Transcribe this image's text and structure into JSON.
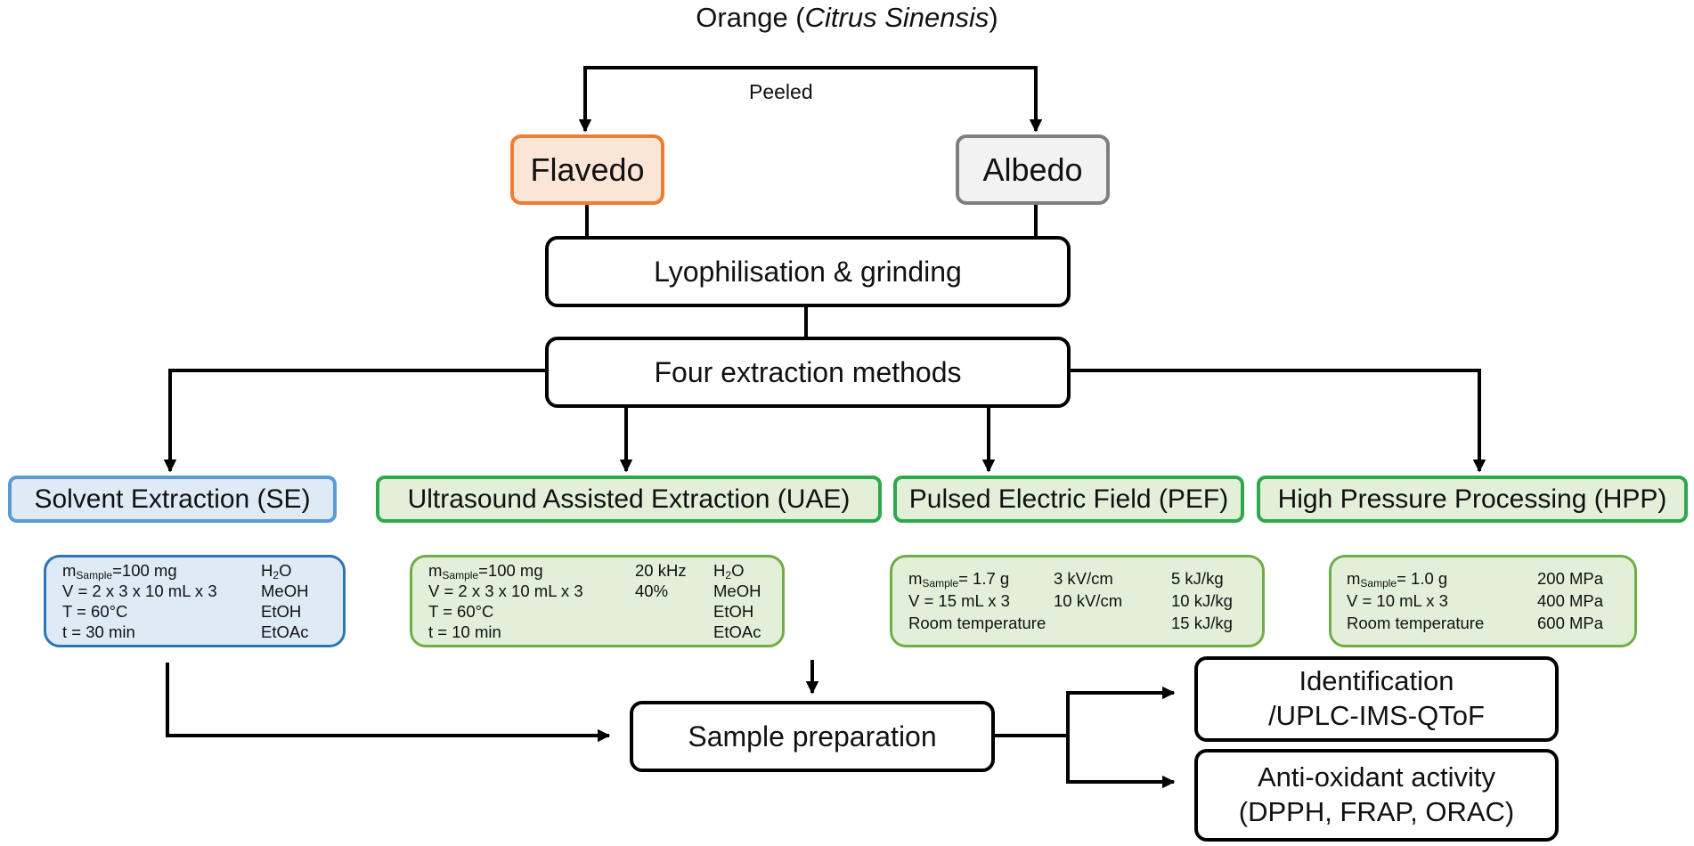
{
  "title": {
    "prefix": "Orange (",
    "latin": "Citrus Sinensis",
    "suffix": ")"
  },
  "peeled_label": "Peeled",
  "tissues": {
    "flavedo": "Flavedo",
    "albedo": "Albedo"
  },
  "steps": {
    "lyophilisation": "Lyophilisation & grinding",
    "four_methods": "Four extraction methods",
    "sample_prep": "Sample preparation",
    "identification": [
      "Identification",
      "/UPLC-IMS-QToF"
    ],
    "antioxidant": [
      "Anti-oxidant activity",
      "(DPPH, FRAP, ORAC)"
    ]
  },
  "methods": {
    "se": "Solvent Extraction (SE)",
    "uae": "Ultrasound Assisted Extraction (UAE)",
    "pef": "Pulsed Electric Field (PEF)",
    "hpp": "High Pressure Processing (HPP)"
  },
  "colors": {
    "flavedo_border": "#ED7D31",
    "flavedo_fill": "#FBE5D6",
    "albedo_border": "#7F7F7F",
    "albedo_fill": "#F2F2F2",
    "se_border": "#5B9BD5",
    "se_fill": "#DEEBF7",
    "green_border": "#2EA84A",
    "green_fill": "#E2F0D9"
  },
  "params": {
    "se": {
      "c1": {
        "m_prefix": "m",
        "m_sub": "Sample",
        "m_value": "=100 mg",
        "v": "V = 2 x 3 x 10 mL x 3",
        "t": "T = 60°C",
        "time": "t = 30 min"
      },
      "c2": {
        "h2o_pre": "H",
        "h2o_sub": "2",
        "h2o_post": "O",
        "meoh": "MeOH",
        "etoh": "EtOH",
        "etoac": "EtOAc"
      }
    },
    "uae": {
      "c1": {
        "m_prefix": "m",
        "m_sub": "Sample",
        "m_value": "=100 mg",
        "v": "V = 2 x 3 x 10 mL x 3",
        "t": "T = 60°C",
        "time": "t = 10 min"
      },
      "c2": {
        "freq": "20 kHz",
        "amp": "40%"
      },
      "c3": {
        "h2o_pre": "H",
        "h2o_sub": "2",
        "h2o_post": "O",
        "meoh": "MeOH",
        "etoh": "EtOH",
        "etoac": "EtOAc"
      }
    },
    "pef": {
      "c1": {
        "m_prefix": "m",
        "m_sub": "Sample",
        "m_value": "=  1.7 g",
        "v": "V = 15 mL x 3",
        "room": "Room temperature"
      },
      "c2": {
        "e1": "3 kV/cm",
        "e2": "10 kV/cm"
      },
      "c3": {
        "w1": "5 kJ/kg",
        "w2": "10 kJ/kg",
        "w3": "15 kJ/kg"
      }
    },
    "hpp": {
      "c1": {
        "m_prefix": "m",
        "m_sub": "Sample",
        "m_value": "=  1.0 g",
        "v": "V = 10 mL x 3",
        "room": "Room temperature"
      },
      "c2": {
        "p1": "200 MPa",
        "p2": "400 MPa",
        "p3": "600 MPa"
      }
    }
  }
}
